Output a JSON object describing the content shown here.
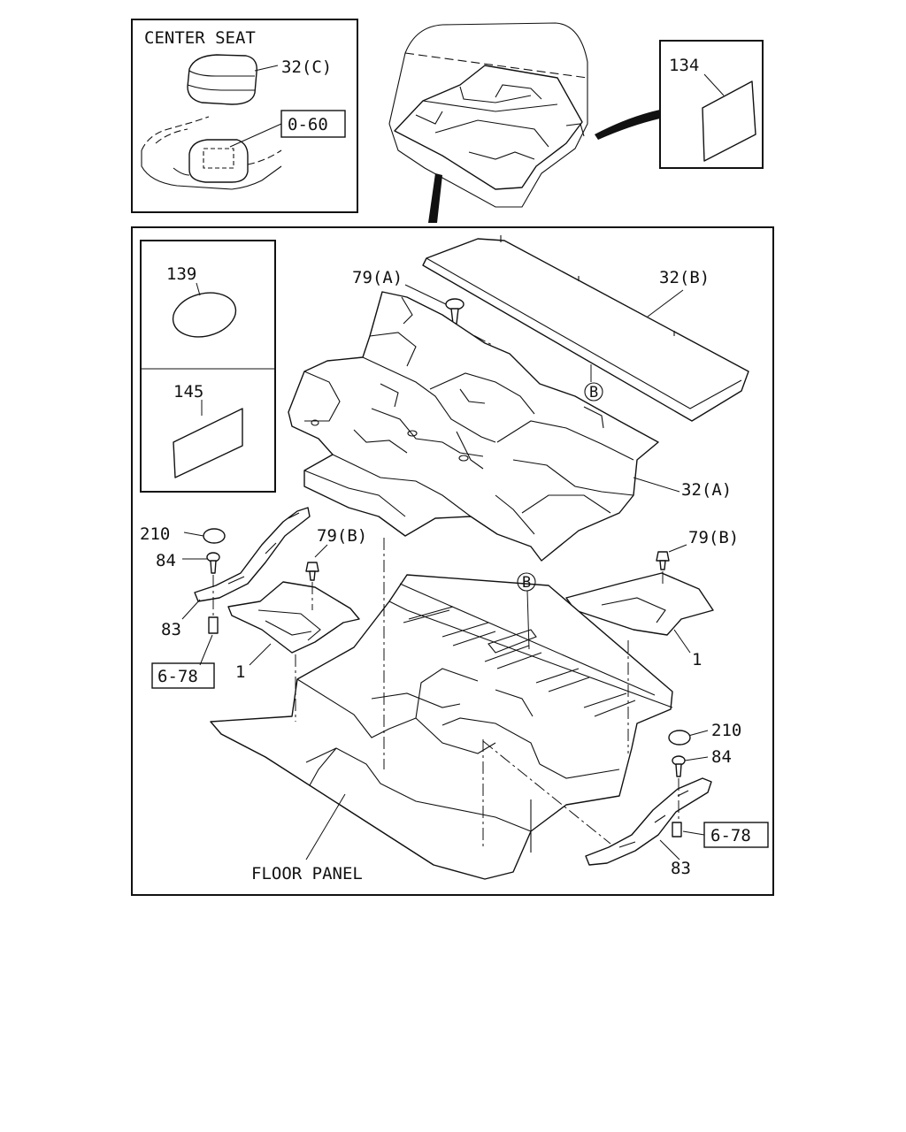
{
  "callouts": {
    "center_seat": "CENTER SEAT",
    "part_32c": "32(C)",
    "ref_0_60": "0-60",
    "part_134": "134",
    "part_139": "139",
    "part_145": "145",
    "part_79a": "79(A)",
    "part_32b": "32(B)",
    "marker_b_upper": "B",
    "part_32a": "32(A)",
    "part_210_left": "210",
    "part_84_left": "84",
    "part_79b_left": "79(B)",
    "part_79b_right": "79(B)",
    "marker_b_lower": "B",
    "part_83_left": "83",
    "ref_6_78_left": "6-78",
    "part_1_left": "1",
    "part_1_right": "1",
    "part_210_right": "210",
    "part_84_right": "84",
    "ref_6_78_right": "6-78",
    "part_83_right": "83",
    "floor_panel": "FLOOR PANEL"
  }
}
